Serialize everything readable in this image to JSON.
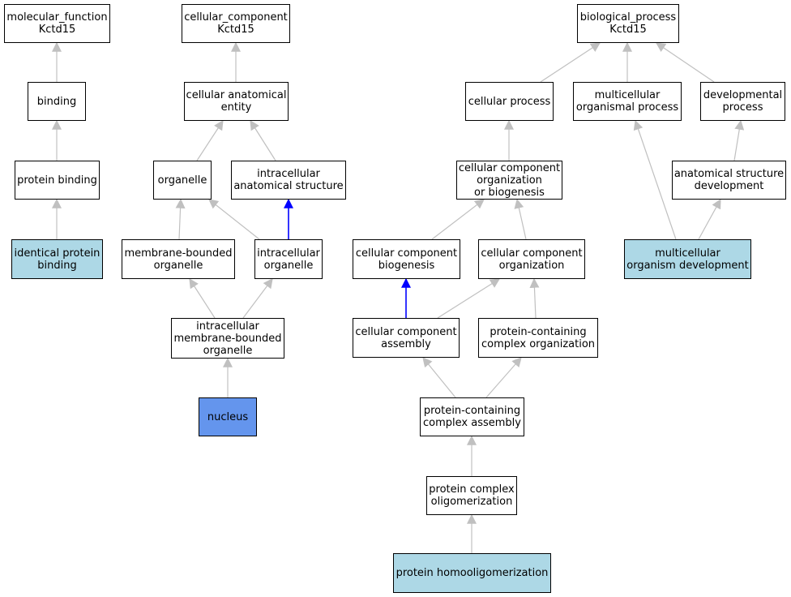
{
  "colors": {
    "default_fill": "#ffffff",
    "annotated_fill": "#add8e6",
    "primary_fill": "#6495ed",
    "edge_gray": "#c0c0c0",
    "edge_blue": "#0000ff"
  },
  "nodes": {
    "mf_root": "molecular_function\nKctd15",
    "binding": "binding",
    "protein_binding": "protein binding",
    "identical_protein_binding": "identical protein\nbinding",
    "cc_root": "cellular_component\nKctd15",
    "cellular_anatomical_entity": "cellular anatomical\nentity",
    "organelle": "organelle",
    "intracellular_anatomical_structure": "intracellular\nanatomical structure",
    "membrane_bounded_organelle": "membrane-bounded\norganelle",
    "intracellular_organelle": "intracellular\norganelle",
    "intracellular_membrane_bounded_organelle": "intracellular\nmembrane-bounded\norganelle",
    "nucleus": "nucleus",
    "bp_root": "biological_process\nKctd15",
    "cellular_process": "cellular process",
    "multicellular_organismal_process": "multicellular\norganismal process",
    "developmental_process": "developmental\nprocess",
    "cc_org_or_biogenesis": "cellular component\norganization\nor biogenesis",
    "anatomical_structure_development": "anatomical structure\ndevelopment",
    "cc_biogenesis": "cellular component\nbiogenesis",
    "cc_organization": "cellular component\norganization",
    "multicellular_organism_development": "multicellular\norganism development",
    "cc_assembly": "cellular component\nassembly",
    "protein_containing_complex_organization": "protein-containing\ncomplex organization",
    "protein_containing_complex_assembly": "protein-containing\ncomplex assembly",
    "protein_complex_oligomerization": "protein complex\noligomerization",
    "protein_homooligomerization": "protein homooligomerization"
  }
}
